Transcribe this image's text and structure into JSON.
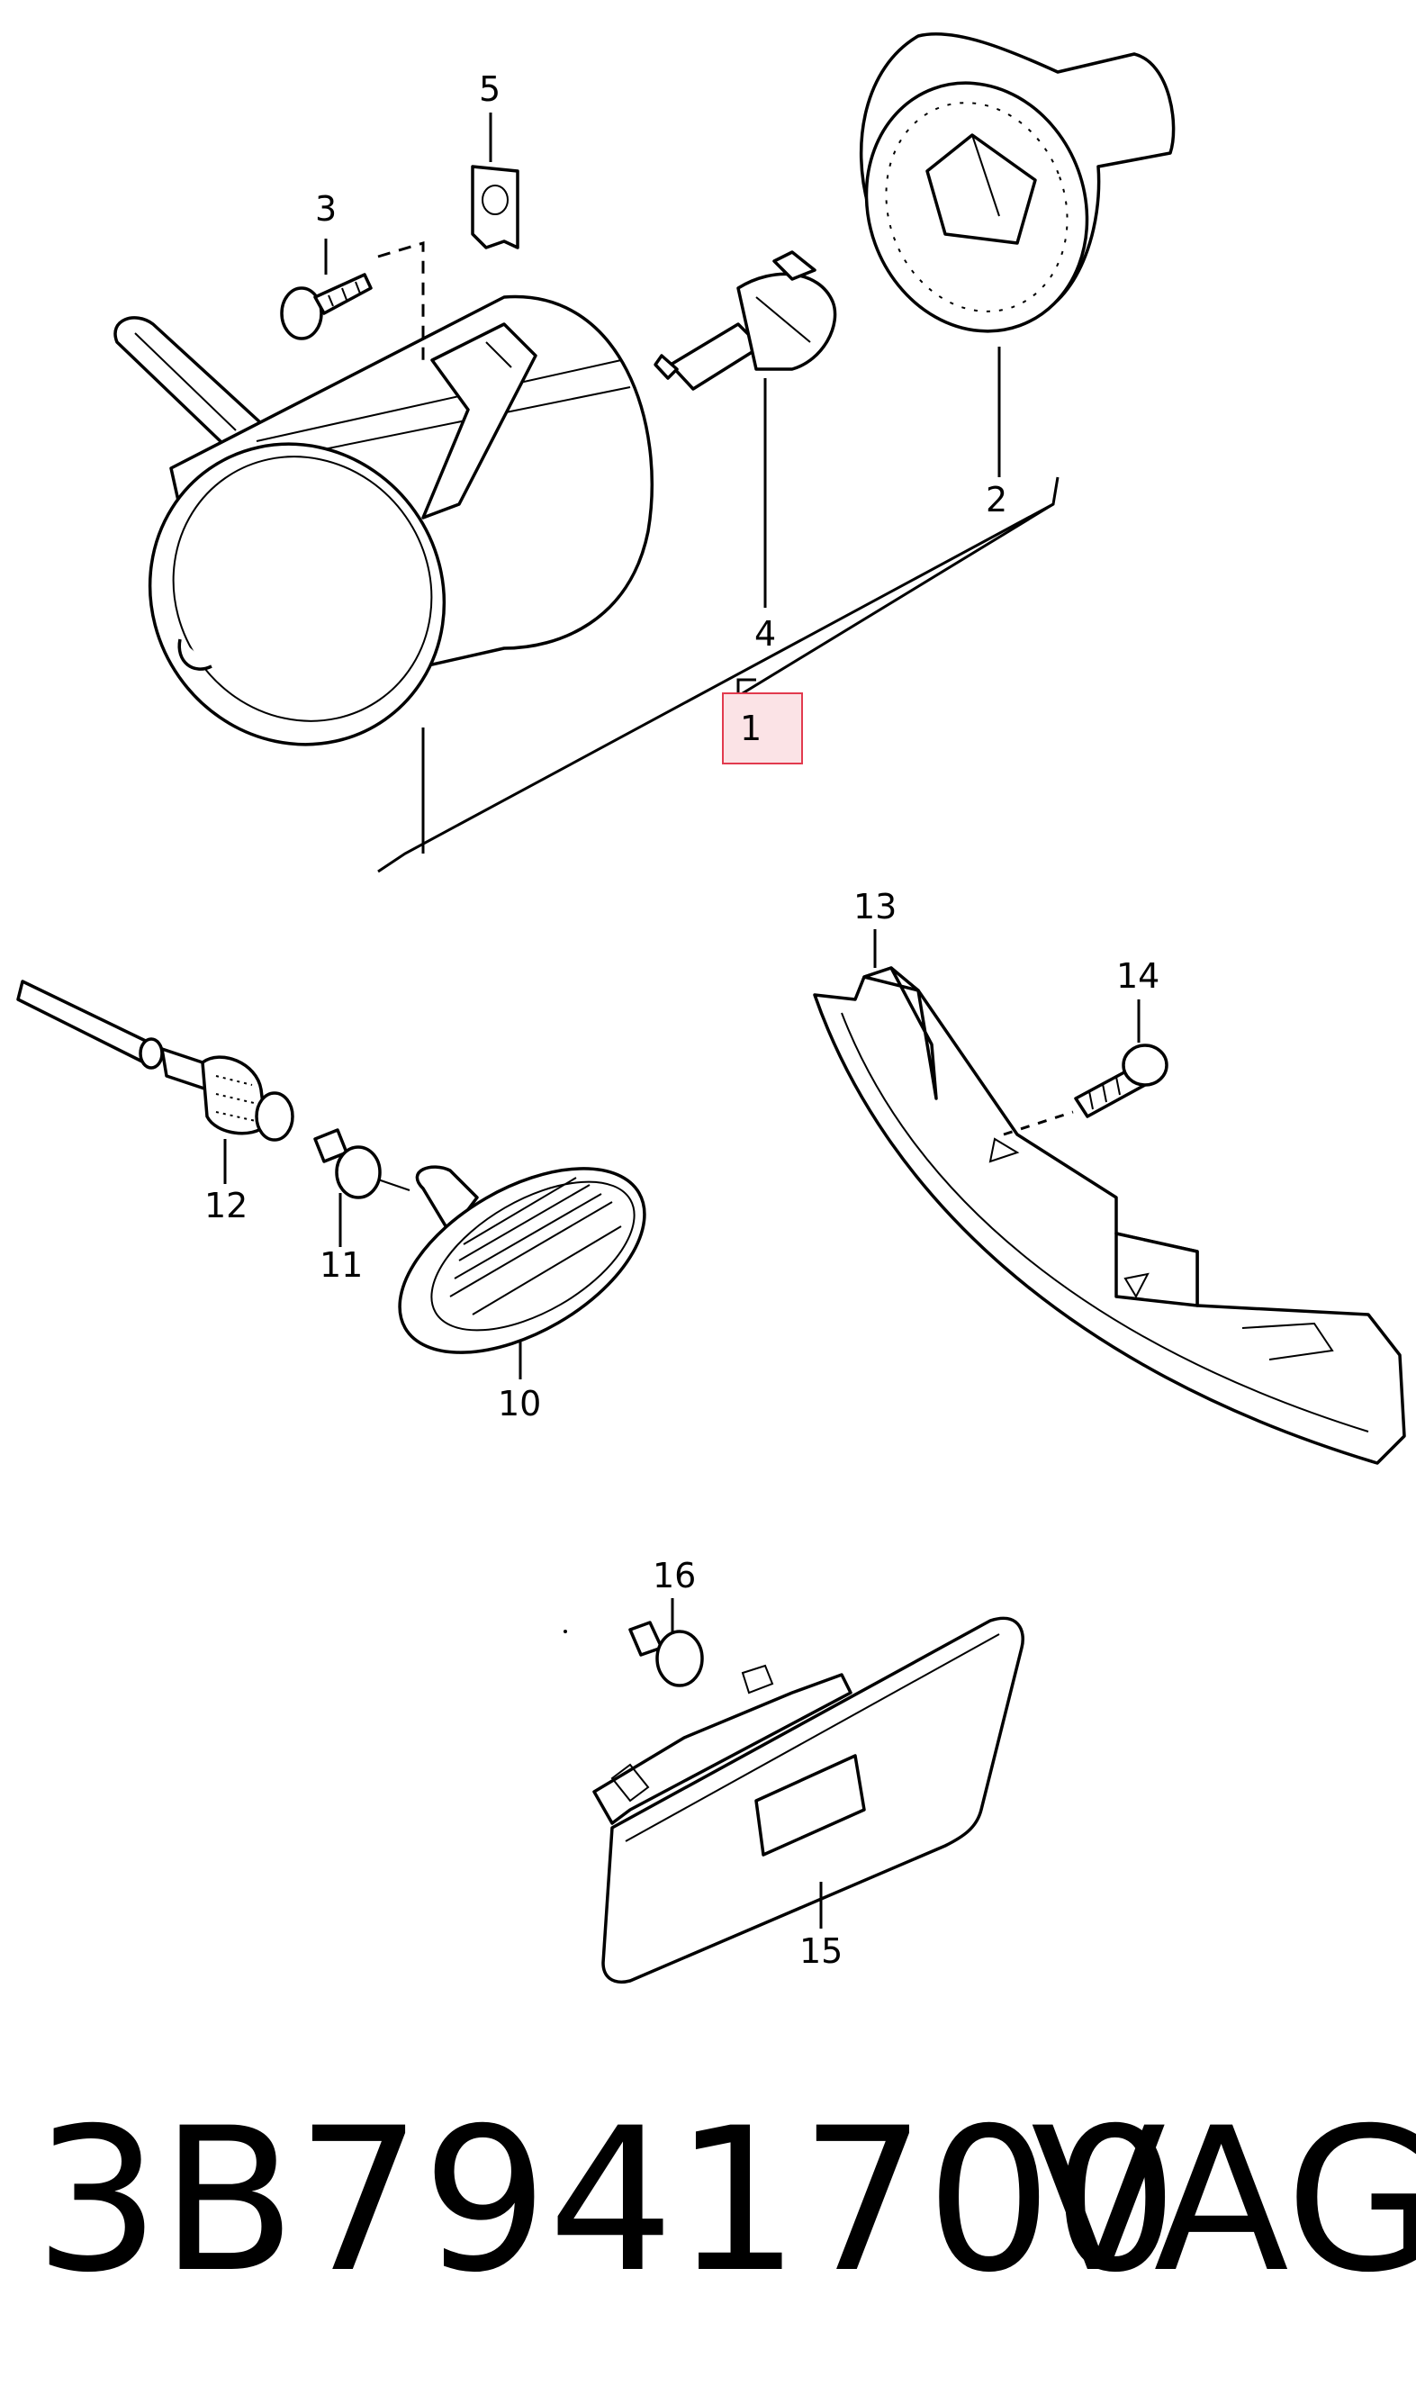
{
  "callouts": {
    "c1": "1",
    "c2": "2",
    "c3": "3",
    "c4": "4",
    "c5": "5",
    "c10": "10",
    "c11": "11",
    "c12": "12",
    "c13": "13",
    "c14": "14",
    "c15": "15",
    "c16": "16"
  },
  "footer": {
    "part_number": "3B7941700",
    "brand": "VAG"
  },
  "colors": {
    "highlight_fill": "#fbe3e6",
    "highlight_stroke": "#e23a4e"
  }
}
